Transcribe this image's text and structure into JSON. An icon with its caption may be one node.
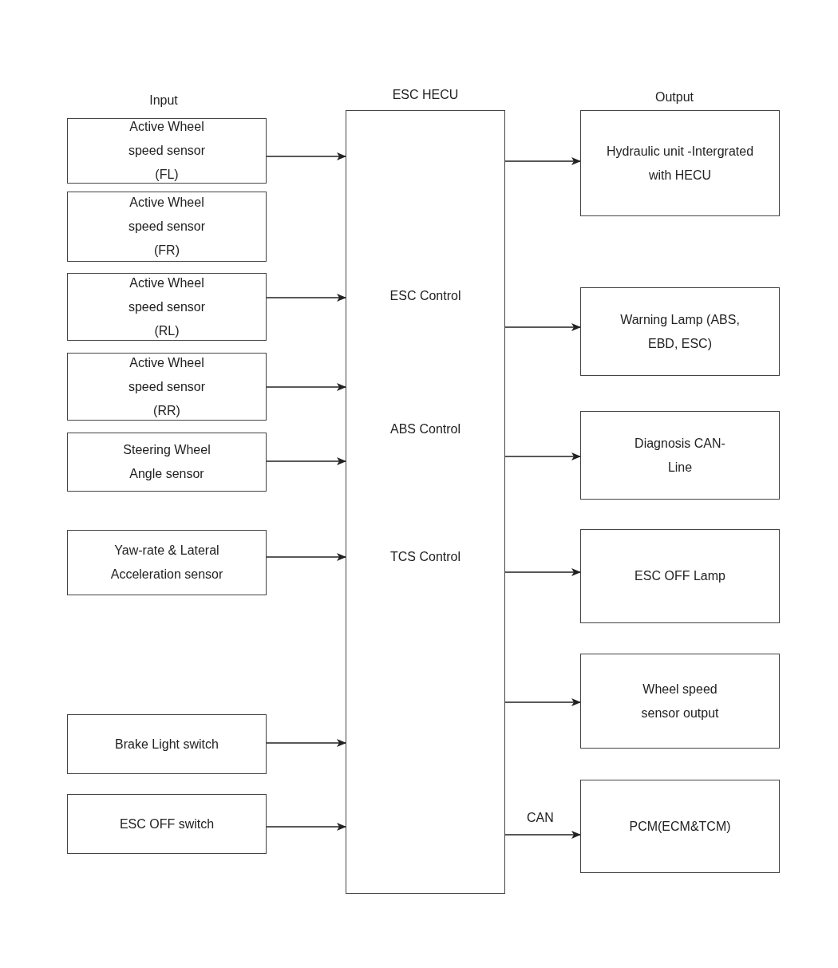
{
  "diagram": {
    "nodes": [
      {
        "text": [
          "ESC HECU",
          "ESC Control",
          "ABS Control",
          "TCS Control"
        ]
      },
      {
        "text": [
          "Active Wheel speed sensor (FL)"
        ]
      },
      {
        "text": [
          "Active Wheel speed sensor (FR)"
        ]
      },
      {
        "text": [
          "Active Wheel speed sensor (RL)"
        ]
      },
      {
        "text": [
          "Active Wheel speed sensor (RR)"
        ]
      },
      {
        "text": [
          "Steering Wheel Angle sensor"
        ]
      },
      {
        "text": [
          "Yaw-rate & Lateral Acceleration sensor"
        ]
      },
      {
        "text": [
          "Brake Light switch"
        ]
      },
      {
        "text": [
          "ESC OFF switch"
        ]
      },
      {
        "text": [
          "Hydraulic unit -Intergrated with HECU"
        ]
      },
      {
        "text": [
          "Warning Lamp (ABS, EBD, ESC)"
        ]
      },
      {
        "text": [
          "Diagnosis CAN-Line"
        ]
      },
      {
        "text": [
          "ESC OFF Lamp"
        ]
      },
      {
        "text": [
          "Wheel speed sensor output"
        ]
      },
      {
        "text": [
          "PCM(ECM&TCM)"
        ]
      }
    ],
    "edges": [
      {
        "from": 1,
        "to": 0,
        "arrow": "to"
      },
      {
        "from": 3,
        "to": 0,
        "arrow": "to"
      },
      {
        "from": 4,
        "to": 0,
        "arrow": "to"
      },
      {
        "from": 5,
        "to": 0,
        "arrow": "to"
      },
      {
        "from": 6,
        "to": 0,
        "arrow": "to"
      },
      {
        "from": 7,
        "to": 0,
        "arrow": "to"
      },
      {
        "from": 8,
        "to": 0,
        "arrow": "to"
      },
      {
        "from": 0,
        "to": 9,
        "arrow": "to"
      },
      {
        "from": 0,
        "to": 10,
        "arrow": "to"
      },
      {
        "from": 0,
        "to": 11,
        "arrow": "to"
      },
      {
        "from": 0,
        "to": 12,
        "arrow": "to"
      },
      {
        "from": 0,
        "to": 13,
        "arrow": "to"
      },
      {
        "from": 0,
        "to": 14,
        "arrow": "to",
        "label": "CAN"
      }
    ],
    "labels": [
      "Input",
      "Output"
    ]
  }
}
